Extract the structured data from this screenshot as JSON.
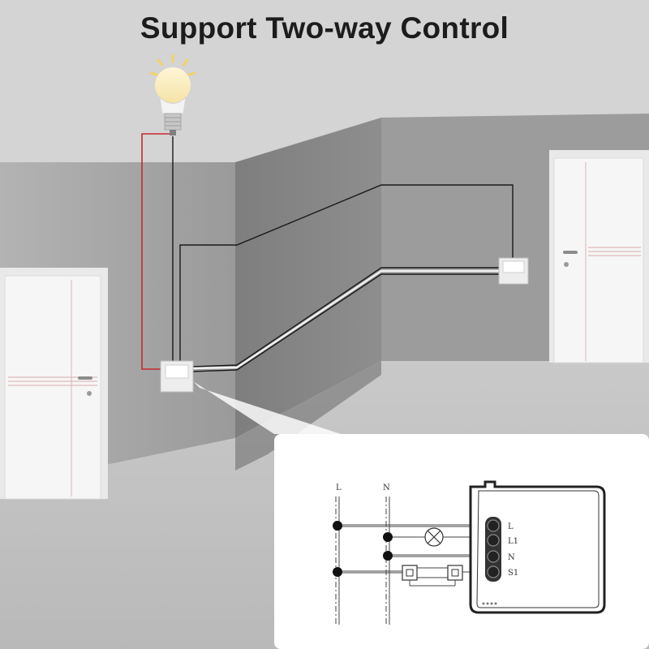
{
  "title": "Support Two-way Control",
  "diagram": {
    "line_label": "L",
    "neutral_label": "N",
    "terminals": [
      "L",
      "L1",
      "N",
      "S1"
    ]
  },
  "colors": {
    "live_wire": "#c8282d",
    "wire": "#1a1a1a"
  },
  "icons": [
    "light-bulb-icon",
    "wall-switch-icon",
    "lamp-symbol-icon",
    "two-way-switch-symbol-icon"
  ]
}
